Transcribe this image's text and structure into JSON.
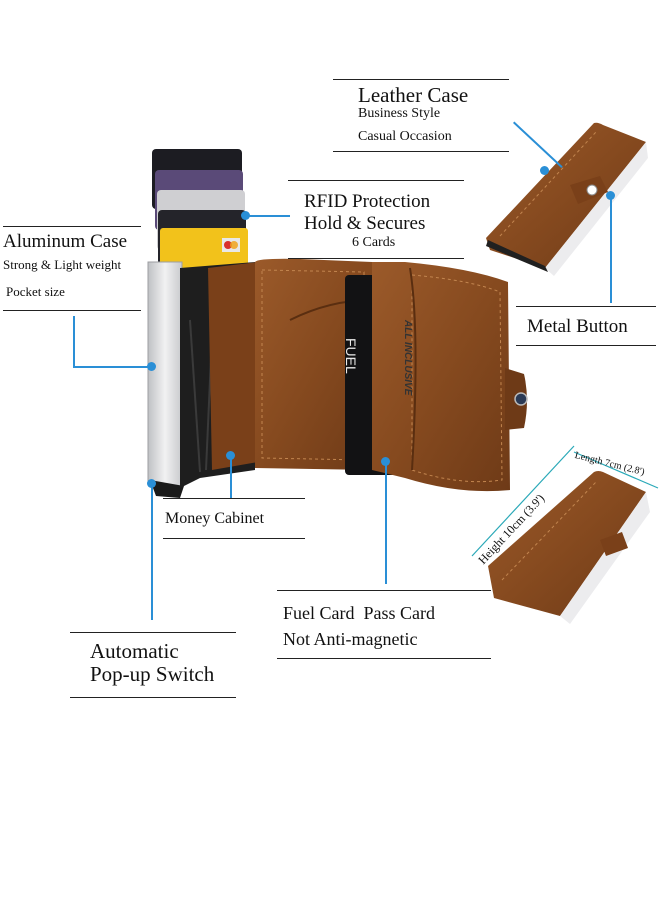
{
  "labels": {
    "leather_case": {
      "title": "Leather Case",
      "line1": "Business Style",
      "line2": "Casual Occasion"
    },
    "rfid": {
      "title": "RFID Protection",
      "line1": "Hold & Secures",
      "line2": "6 Cards"
    },
    "aluminum": {
      "title": "Aluminum Case",
      "line1": "Strong & Light weight",
      "line2": "Pocket size"
    },
    "metal_button": {
      "title": "Metal Button"
    },
    "money_cabinet": {
      "title": "Money Cabinet"
    },
    "fuel_card": {
      "line1": "Fuel Card  Pass Card",
      "line2": "Not Anti-magnetic"
    },
    "popup_switch": {
      "line1": "Automatic",
      "line2": "Pop-up Switch"
    }
  },
  "dimensions": {
    "height": "Height  10cm (3.9')",
    "length": "Length 7cm (2.8')"
  },
  "card_prints": {
    "fuel": "FUEL",
    "all_inclusive": "ALL INCLUSIVE"
  },
  "colors": {
    "leader": "#2a8fd6",
    "leather": "#8a4d22",
    "aluminum": "#d9dadc"
  }
}
